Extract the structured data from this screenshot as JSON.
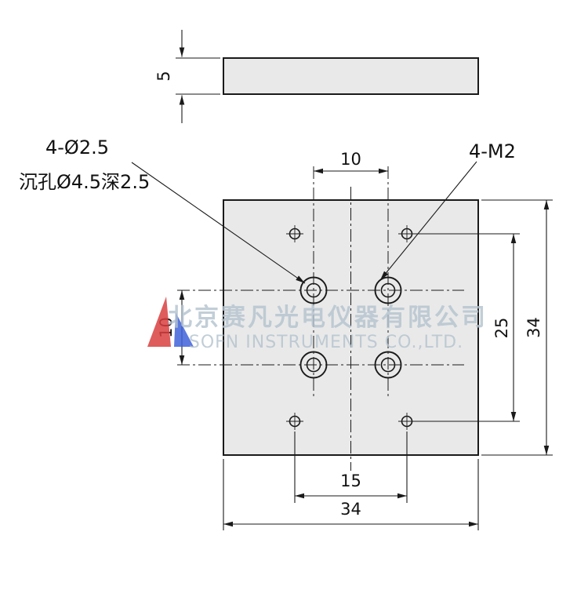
{
  "notes": {
    "counterbore_label_line1": "4-Ø2.5",
    "counterbore_label_line2": "沉孔Ø4.5深2.5",
    "tap_label": "4-M2"
  },
  "dims": {
    "thickness": "5",
    "cbore_spacing_h": "10",
    "cbore_spacing_v": "10",
    "tap_spacing_v": "25",
    "plate_height": "34",
    "tap_spacing_h": "15",
    "plate_width": "34"
  },
  "watermark": {
    "company_cn": "北京赛凡光电仪器有限公司",
    "company_en": "SOFN INSTRUMENTS CO.,LTD."
  },
  "colors": {
    "line": "#1a1a1a",
    "plate_fill": "#e9e9e9",
    "watermark": "#b3c2cd",
    "logo_red": "#d9403f",
    "logo_blue": "#3f62d9"
  }
}
